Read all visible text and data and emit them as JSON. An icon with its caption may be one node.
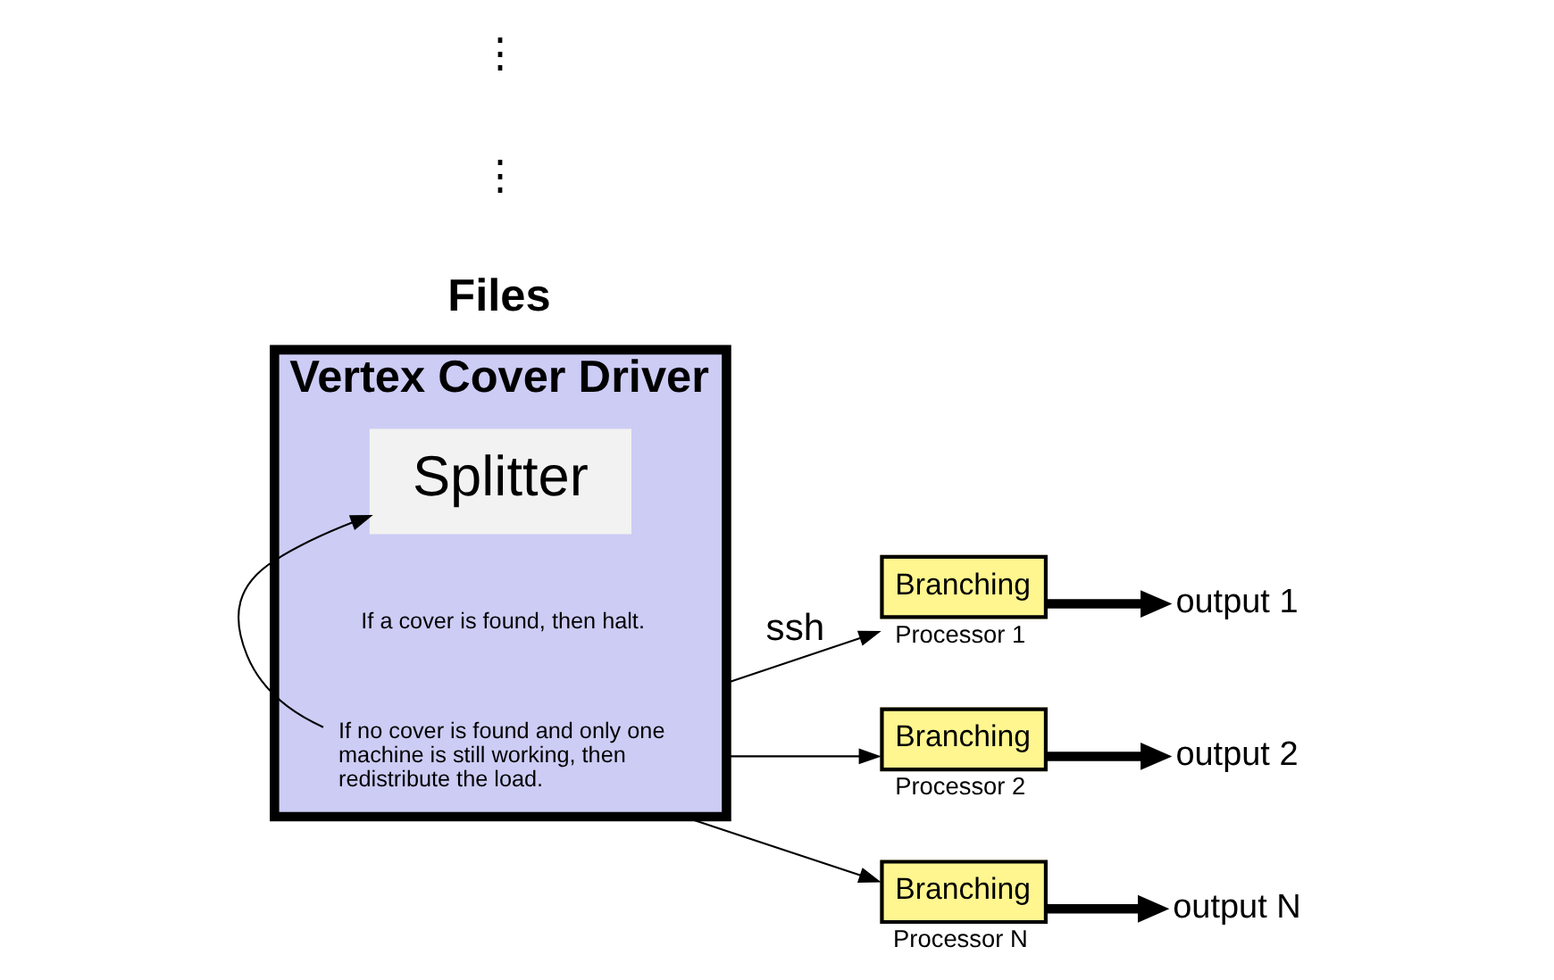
{
  "diagram": {
    "nodes": [
      {
        "text": [
          "Vertex Cover Driver"
        ]
      },
      {
        "text": [
          "Splitter"
        ],
        "in": 0
      },
      {
        "text": [
          "If a cover is found, then halt."
        ],
        "in": 0
      },
      {
        "text": [
          "If no cover is found and only one machine is still working, then redistribute the load."
        ],
        "in": 0
      },
      {
        "text": [
          "Branching"
        ],
        "beside": [
          "Processor 1"
        ]
      },
      {
        "text": [
          "Branching"
        ],
        "beside": [
          "Processor 2"
        ]
      },
      {
        "text": [
          "Branching"
        ],
        "beside": [
          "Processor N"
        ]
      },
      {
        "text": [
          "output 1"
        ]
      },
      {
        "text": [
          "output 2"
        ]
      },
      {
        "text": [
          "output N"
        ]
      }
    ],
    "edges": [
      {
        "from": 3,
        "to": 1,
        "arrow": "to"
      },
      {
        "from": 0,
        "to": 4,
        "arrow": "to",
        "label": "ssh"
      },
      {
        "from": 0,
        "to": 5,
        "arrow": "to"
      },
      {
        "from": 0,
        "to": 6,
        "arrow": "to"
      },
      {
        "from": 4,
        "to": 7,
        "arrow": "to",
        "style": "thick"
      },
      {
        "from": 5,
        "to": 8,
        "arrow": "to",
        "style": "thick"
      },
      {
        "from": 6,
        "to": 9,
        "arrow": "to",
        "style": "thick"
      }
    ],
    "labels": [
      "Files",
      "⋮",
      "⋮"
    ]
  }
}
